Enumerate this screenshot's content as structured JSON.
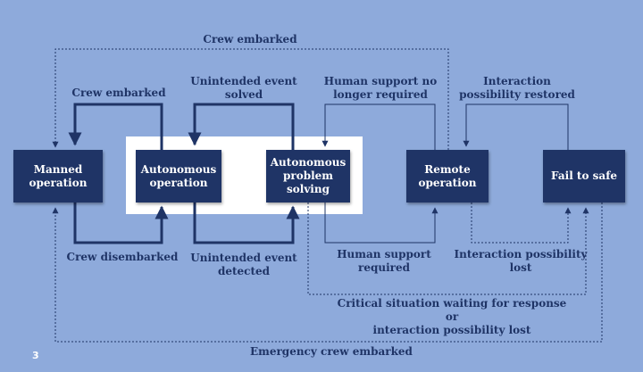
{
  "states": {
    "manned": "Manned\noperation",
    "autonomous": "Autonomous\noperation",
    "problem_solving": "Autonomous\nproblem\nsolving",
    "remote": "Remote\noperation",
    "fail_safe": "Fail to safe"
  },
  "transitions": {
    "crew_embarked_top": "Crew embarked",
    "crew_embarked": "Crew embarked",
    "crew_disembarked": "Crew disembarked",
    "event_solved": "Unintended event\nsolved",
    "event_detected": "Unintended event\ndetected",
    "support_no_longer": "Human support no\nlonger required",
    "support_required": "Human support\nrequired",
    "interaction_restored": "Interaction\npossibility restored",
    "interaction_lost": "Interaction possibility\nlost",
    "critical_situation": "Critical situation waiting for response or\ninteraction possibility lost",
    "emergency_crew": "Emergency crew embarked"
  },
  "page_number": "3",
  "colors": {
    "background": "#8eaadb",
    "box": "#1f3466",
    "line": "#1f3466",
    "panel": "#ffffff"
  }
}
